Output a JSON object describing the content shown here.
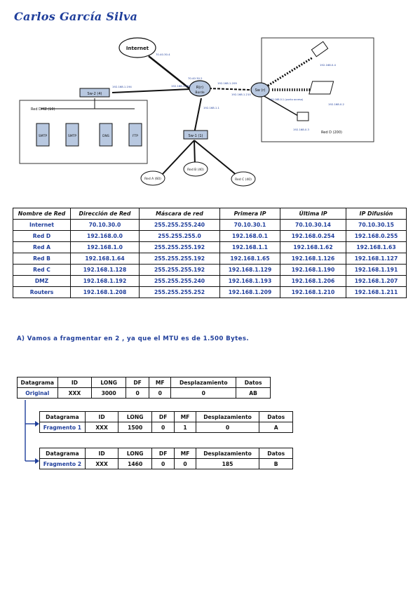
{
  "author": "Carlos García Silva",
  "diagram": {
    "internet": "Internet",
    "router_main": "R(r)",
    "router_main_sub": "Borde",
    "router_left": "Sw-2 (4)",
    "router_right": "Sw (r)",
    "switch_bottom": "Sw-1 (1)",
    "dmz_label": "Red DMZ (10)",
    "servers": [
      "SMTP",
      "SMTP",
      "DNS",
      "FTP"
    ],
    "red_a": "Red A (60)",
    "red_b": "Red B (40)",
    "red_c": "Red C (40)",
    "red_d": "Red D (200)",
    "ip_internet": "70.40.30.4",
    "ip_router_top": "70.40.30.2",
    "ip_router_left": "192.168.1.193",
    "ip_left_sw": "192.168.1.194",
    "ip_router_right": "192.168.1.209",
    "ip_right_sw": "192.168.1.210",
    "ip_router_bottom": "192.168.1.1",
    "ip_phone": "192.168.0.4",
    "ip_laptop": "192.168.0.2",
    "ip_pc": "192.168.0.3",
    "ip_ap": "192.168.0.1 (punto acceso)"
  },
  "address_table": {
    "headers": [
      "Nombre de Red",
      "Dirección de Red",
      "Máscara de red",
      "Primera IP",
      "Última IP",
      "IP Difusión"
    ],
    "rows": [
      [
        "Internet",
        "70.10.30.0",
        "255.255.255.240",
        "70.10.30.1",
        "70.10.30.14",
        "70.10.30.15"
      ],
      [
        "Red D",
        "192.168.0.0",
        "255.255.255.0",
        "192.168.0.1",
        "192.168.0.254",
        "192.168.0.255"
      ],
      [
        "Red A",
        "192.168.1.0",
        "255.255.255.192",
        "192.168.1.1",
        "192.168.1.62",
        "192.168.1.63"
      ],
      [
        "Red B",
        "192.168.1.64",
        "255.255.255.192",
        "192.168.1.65",
        "192.168.1.126",
        "192.168.1.127"
      ],
      [
        "Red C",
        "192.168.1.128",
        "255.255.255.192",
        "192.168.1.129",
        "192.168.1.190",
        "192.168.1.191"
      ],
      [
        "DMZ",
        "192.168.1.192",
        "255.255.255.240",
        "192.168.1.193",
        "192.168.1.206",
        "192.168.1.207"
      ],
      [
        "Routers",
        "192.168.1.208",
        "255.255.255.252",
        "192.168.1.209",
        "192.168.1.210",
        "192.168.1.211"
      ]
    ]
  },
  "sentence": "A) Vamos a fragmentar en 2 , ya que el MTU es de 1.500 Bytes.",
  "frag_headers": [
    "Datagrama",
    "ID",
    "LONG",
    "DF",
    "MF",
    "Desplazamiento",
    "Datos"
  ],
  "frag_original": [
    "Original",
    "XXX",
    "3000",
    "0",
    "0",
    "0",
    "AB"
  ],
  "frag_1": [
    "Fragmento 1",
    "XXX",
    "1500",
    "0",
    "1",
    "0",
    "A"
  ],
  "frag_2": [
    "Fragmento 2",
    "XXX",
    "1460",
    "0",
    "0",
    "185",
    "B"
  ]
}
